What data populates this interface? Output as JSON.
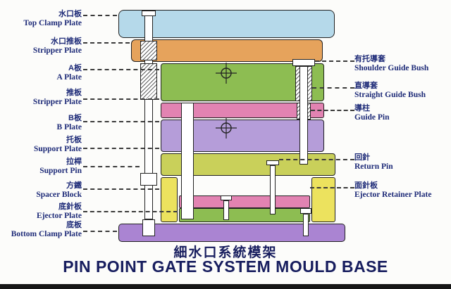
{
  "title": {
    "zh": "細水口系統模架",
    "en": "PIN POINT GATE SYSTEM MOULD BASE"
  },
  "left_labels": [
    {
      "zh": "水口板",
      "en": "Top Clamp Plate"
    },
    {
      "zh": "水口推板",
      "en": "Stripper Plate"
    },
    {
      "zh": "A板",
      "en": "A Plate"
    },
    {
      "zh": "推板",
      "en": "Stripper Plate"
    },
    {
      "zh": "B板",
      "en": "B Plate"
    },
    {
      "zh": "托板",
      "en": "Support Plate"
    },
    {
      "zh": "拉桿",
      "en": "Support Pin"
    },
    {
      "zh": "方鐵",
      "en": "Spacer Block"
    },
    {
      "zh": "底針板",
      "en": "Ejector Plate"
    },
    {
      "zh": "底板",
      "en": "Bottom Clamp Plate"
    }
  ],
  "right_labels": [
    {
      "zh": "有托導套",
      "en": "Shoulder Guide Bush"
    },
    {
      "zh": "直導套",
      "en": "Straight Guide Bush"
    },
    {
      "zh": "導柱",
      "en": "Guide Pin"
    },
    {
      "zh": "回針",
      "en": "Return Pin"
    },
    {
      "zh": "面針板",
      "en": "Ejector Retainer Plate"
    }
  ],
  "icons": {
    "crosshair": "⊕ center mark on guide bush bores"
  },
  "colors": {
    "top_clamp_plate": "#b5d9ea",
    "stripper_plate_upper": "#e6a35c",
    "a_plate": "#8dbd52",
    "stripper_plate_lower": "#e283b2",
    "b_plate": "#b59dd9",
    "support_plate": "#c9d05a",
    "spacer_block": "#ece25e",
    "ejector_retainer_plate": "#e283b2",
    "ejector_plate": "#8dbd52",
    "bottom_clamp_plate": "#aa84d2",
    "label_text": "#1e2b78",
    "title_text": "#171d5e"
  }
}
